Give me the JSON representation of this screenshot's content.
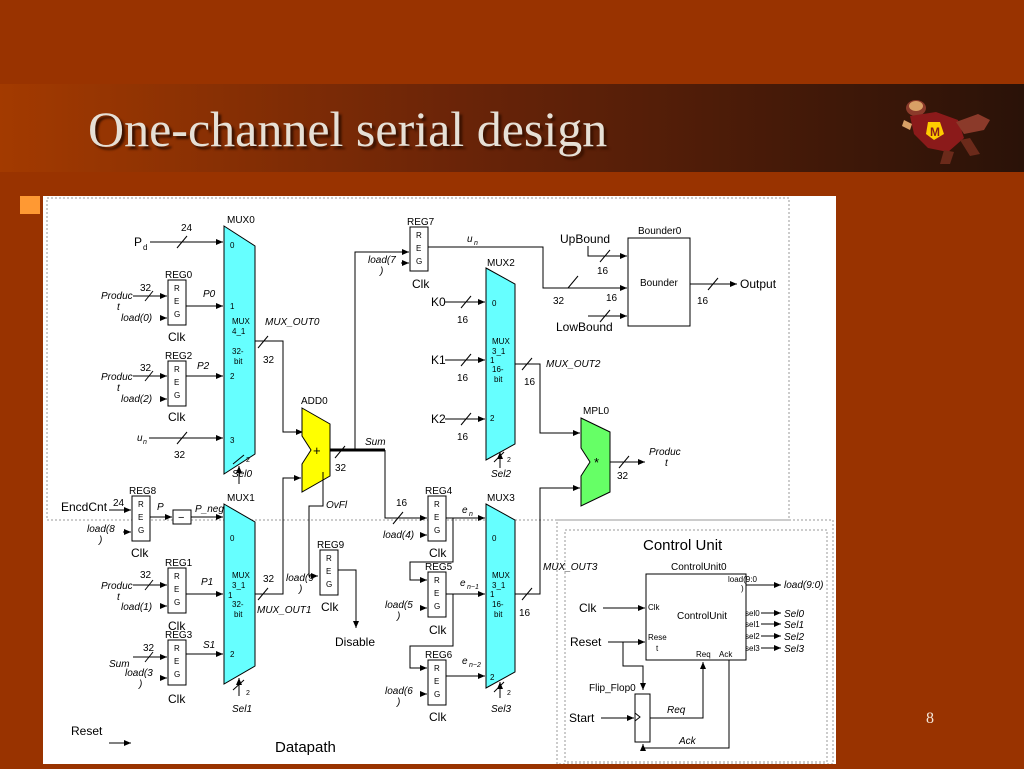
{
  "slide": {
    "title": "One-channel serial design",
    "page_number": "8"
  },
  "datapath": {
    "label": "Datapath",
    "reset": "Reset",
    "inputs": {
      "pd": "P",
      "pd_sub": "d",
      "pd_width": "24",
      "encdcnt": "EncdCnt",
      "encdcnt_width": "24"
    },
    "mux0": {
      "name": "MUX0",
      "type": "MUX",
      "subtype": "4_1",
      "bits": "32-",
      "bits2": "bit",
      "in0": "0",
      "in1": "1",
      "in2": "2",
      "in3": "3",
      "sel": "Sel0",
      "sel_width": "2",
      "out": "MUX_OUT0",
      "out_width": "32"
    },
    "mux1": {
      "name": "MUX1",
      "type": "MUX",
      "subtype": "3_1",
      "bits": "32-",
      "bits2": "bit",
      "in0": "0",
      "in1": "1",
      "in2": "2",
      "sel": "Sel1",
      "sel_width": "2",
      "out": "MUX_OUT1",
      "out_width": "32"
    },
    "mux2": {
      "name": "MUX2",
      "type": "MUX",
      "subtype": "3_1",
      "bits": "16-",
      "bits2": "bit",
      "in0": "0",
      "in1": "1",
      "in2": "2",
      "sel": "Sel2",
      "sel_width": "2",
      "out": "MUX_OUT2",
      "out_width": "16"
    },
    "mux3": {
      "name": "MUX3",
      "type": "MUX",
      "subtype": "3_1",
      "bits": "16-",
      "bits2": "bit",
      "in0": "0",
      "in1": "1",
      "in2": "2",
      "sel": "Sel3",
      "sel_width": "2",
      "out": "MUX_OUT3",
      "out_width": "16"
    },
    "reg_letters": {
      "r": "R",
      "e": "E",
      "g": "G"
    },
    "clk": "Clk",
    "reg0": {
      "name": "REG0",
      "input_a": "Produc",
      "input_b": "t",
      "width": "32",
      "load": "load(0)",
      "out": "P0"
    },
    "reg2": {
      "name": "REG2",
      "input_a": "Produc",
      "input_b": "t",
      "width": "32",
      "load": "load(2)",
      "out": "P2"
    },
    "un_input": {
      "label": "u",
      "sub": "n",
      "width": "32"
    },
    "reg8": {
      "name": "REG8",
      "load_a": "load(8",
      "load_b": ")",
      "out": "P",
      "neg": "P_neg",
      "neg_symbol": "−"
    },
    "reg1": {
      "name": "REG1",
      "input_a": "Produc",
      "input_b": "t",
      "width": "32",
      "load": "load(1)",
      "out": "P1"
    },
    "reg3": {
      "name": "REG3",
      "input": "Sum",
      "width": "32",
      "load_a": "load(3",
      "load_b": ")",
      "out": "S1"
    },
    "add0": {
      "name": "ADD0",
      "symbol": "+",
      "sum": "Sum",
      "width": "32",
      "ovfl": "OvFl"
    },
    "reg9": {
      "name": "REG9",
      "load_a": "load(9",
      "load_b": ")",
      "out": "Disable"
    },
    "reg7": {
      "name": "REG7",
      "load_a": "load(7",
      "load_b": ")",
      "out": "u",
      "out_sub": "n"
    },
    "constants": {
      "k0": "K0",
      "k1": "K1",
      "k2": "K2",
      "width": "16"
    },
    "bounder": {
      "name": "Bounder0",
      "label": "Bounder",
      "upbound": "UpBound",
      "lowbound": "LowBound",
      "up_width": "16",
      "in_width": "32",
      "out_width1": "16",
      "out_width2": "16",
      "output": "Output"
    },
    "mpl0": {
      "name": "MPL0",
      "symbol": "*",
      "out_a": "Produc",
      "out_b": "t",
      "width": "32"
    },
    "reg4": {
      "name": "REG4",
      "width": "16",
      "load": "load(4)",
      "out": "e",
      "out_sub": "n"
    },
    "reg5": {
      "name": "REG5",
      "load_a": "load(5",
      "load_b": ")",
      "out": "e",
      "out_sub": "n−1"
    },
    "reg6": {
      "name": "REG6",
      "load_a": "load(6",
      "load_b": ")",
      "out": "e",
      "out_sub": "n−2"
    }
  },
  "control_unit": {
    "title": "Control Unit",
    "block_name": "ControlUnit0",
    "block_label": "ControlUnit",
    "load_port_a": "load(9:0",
    "load_port_b": ")",
    "load_out": "load(9:0)",
    "clk": "Clk",
    "reset": "Reset",
    "clk_port": "Clk",
    "reset_port_a": "Rese",
    "reset_port_b": "t",
    "sel_ports": [
      "sel0",
      "sel1",
      "sel2",
      "sel3"
    ],
    "sel_outs": [
      "Sel0",
      "Sel1",
      "Sel2",
      "Sel3"
    ],
    "req_port": "Req",
    "ack_port": "Ack",
    "flipflop": "Flip_Flop0",
    "start": "Start",
    "req": "Req",
    "ack": "Ack"
  },
  "colors": {
    "background": "#993300",
    "mux": "#66ffff",
    "adder": "#ffff00",
    "multiplier": "#66ff66"
  }
}
